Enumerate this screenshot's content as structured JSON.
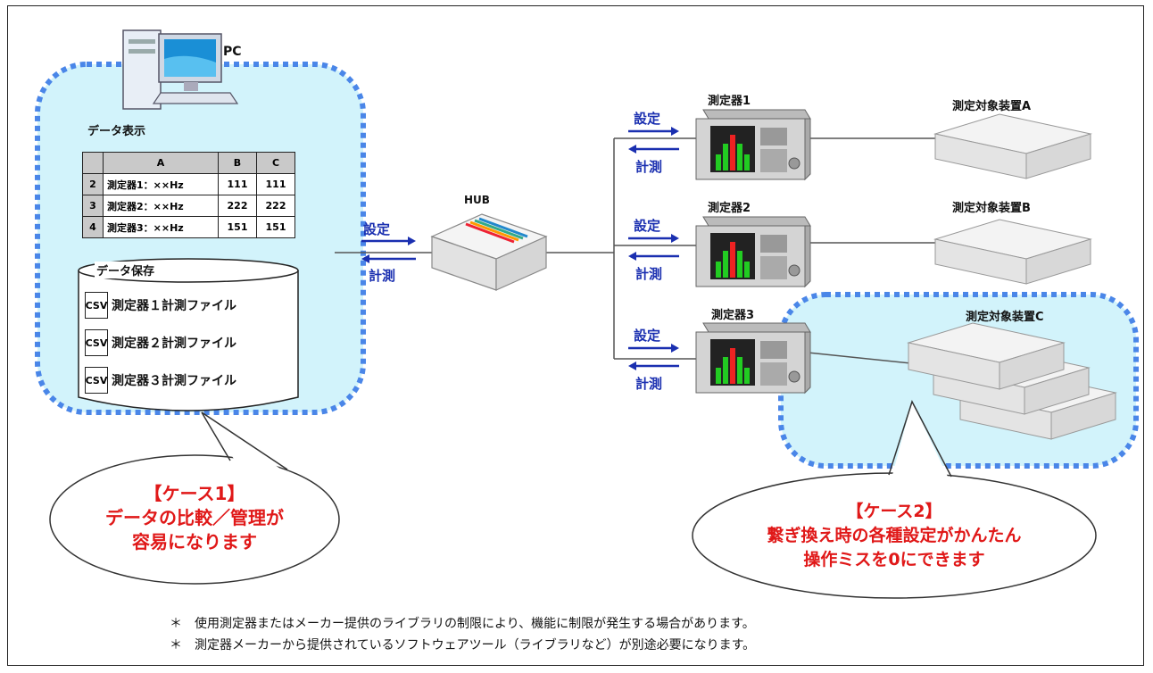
{
  "pc": {
    "label": "PC"
  },
  "data_display": {
    "title": "データ表示",
    "headers": [
      "",
      "A",
      "B",
      "C"
    ],
    "rows": [
      {
        "n": "2",
        "a": "測定器1：××Hz",
        "b": "111",
        "c": "111"
      },
      {
        "n": "3",
        "a": "測定器2：××Hz",
        "b": "222",
        "c": "222"
      },
      {
        "n": "4",
        "a": "測定器3：××Hz",
        "b": "151",
        "c": "151"
      }
    ]
  },
  "data_storage": {
    "title": "データ保存",
    "files": [
      {
        "icon": "CSV",
        "label": "測定器１計測ファイル"
      },
      {
        "icon": "CSV",
        "label": "測定器２計測ファイル"
      },
      {
        "icon": "CSV",
        "label": "測定器３計測ファイル"
      }
    ]
  },
  "hub": {
    "label": "HUB"
  },
  "arrows": {
    "set": "設定",
    "measure": "計測"
  },
  "instruments": [
    {
      "label": "測定器1",
      "target": "測定対象装置A"
    },
    {
      "label": "測定器2",
      "target": "測定対象装置B"
    },
    {
      "label": "測定器3",
      "target": "測定対象装置C"
    }
  ],
  "case1": {
    "line1": "【ケース1】",
    "line2": "データの比較／管理が",
    "line3": "容易になります"
  },
  "case2": {
    "line1": "【ケース2】",
    "line2": "繋ぎ換え時の各種設定がかんたん",
    "line3": "操作ミスを0にできます"
  },
  "notes": [
    "＊　使用測定器またはメーカー提供のライブラリの制限により、機能に制限が発生する場合があります。",
    "＊　測定器メーカーから提供されているソフトウェアツール（ライブラリなど）が別途必要になります。"
  ],
  "colors": {
    "zone_fill": "#d2f3fb",
    "zone_dash": "#4a86e8",
    "case_text": "#e01818",
    "arrow": "#1a2fb0"
  }
}
